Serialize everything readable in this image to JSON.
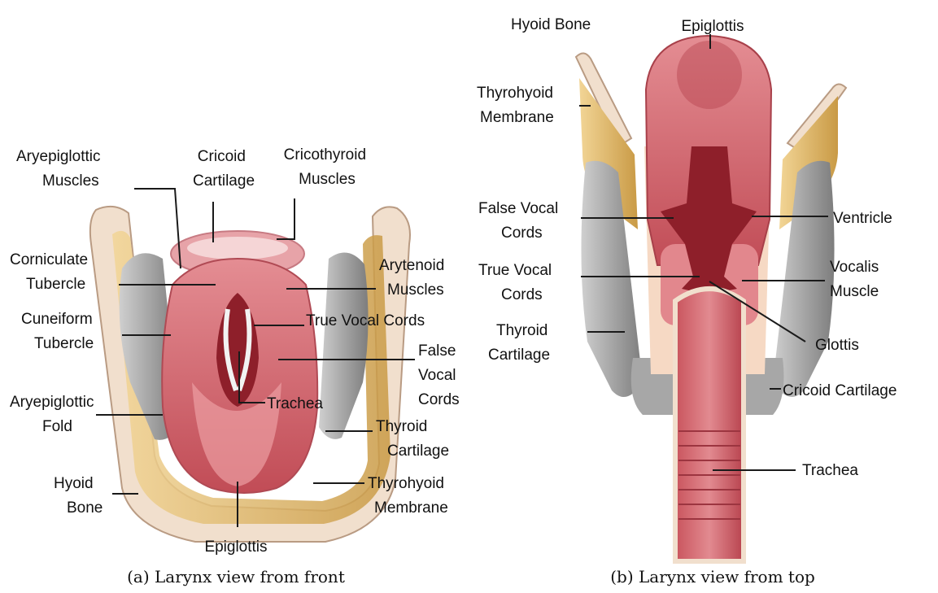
{
  "panels": [
    {
      "caption": "(a) Larynx view from front",
      "labels": {
        "aryepiglottic_muscles": [
          "Aryepiglottic",
          "Muscles"
        ],
        "cricoid_cartilage": [
          "Cricoid",
          "Cartilage"
        ],
        "cricothyroid_muscles": [
          "Cricothyroid",
          "Muscles"
        ],
        "corniculate_tubercle": [
          "Corniculate",
          "Tubercle"
        ],
        "arytenoid_muscles": [
          "Arytenoid",
          "Muscles"
        ],
        "cuneiform_tubercle": [
          "Cuneiform",
          "Tubercle"
        ],
        "true_vocal_cords": [
          "True Vocal Cords"
        ],
        "false_vocal_cords": [
          "False",
          "Vocal",
          "Cords"
        ],
        "aryepiglottic_fold": [
          "Aryepiglottic",
          "Fold"
        ],
        "trachea": [
          "Trachea"
        ],
        "thyroid_cartilage": [
          "Thyroid",
          "Cartilage"
        ],
        "hyoid_bone": [
          "Hyoid",
          "Bone"
        ],
        "thyrohyoid_membrane": [
          "Thyrohyoid",
          "Membrane"
        ],
        "epiglottis": [
          "Epiglottis"
        ]
      }
    },
    {
      "caption": "(b) Larynx view from top",
      "labels": {
        "hyoid_bone": [
          "Hyoid Bone"
        ],
        "epiglottis": [
          "Epiglottis"
        ],
        "thyrohyoid_membrane": [
          "Thyrohyoid",
          "Membrane"
        ],
        "false_vocal_cords": [
          "False Vocal",
          "Cords"
        ],
        "ventricle": [
          "Ventricle"
        ],
        "true_vocal_cords": [
          "True Vocal",
          "Cords"
        ],
        "vocalis_muscle": [
          "Vocalis",
          "Muscle"
        ],
        "thyroid_cartilage": [
          "Thyroid",
          "Cartilage"
        ],
        "glottis": [
          "Glottis"
        ],
        "cricoid_cartilage": [
          "Cricoid Cartilage"
        ],
        "trachea": [
          "Trachea"
        ]
      }
    }
  ],
  "colors": {
    "tissue": "#c9545d",
    "tissue_light": "#e2878d",
    "tissue_dark": "#8e1f2a",
    "cartilage": "#e3c170",
    "bone": "#f2e1cf",
    "gray_cartilage": "#9a9a9a",
    "membrane": "#f6d9c4"
  }
}
